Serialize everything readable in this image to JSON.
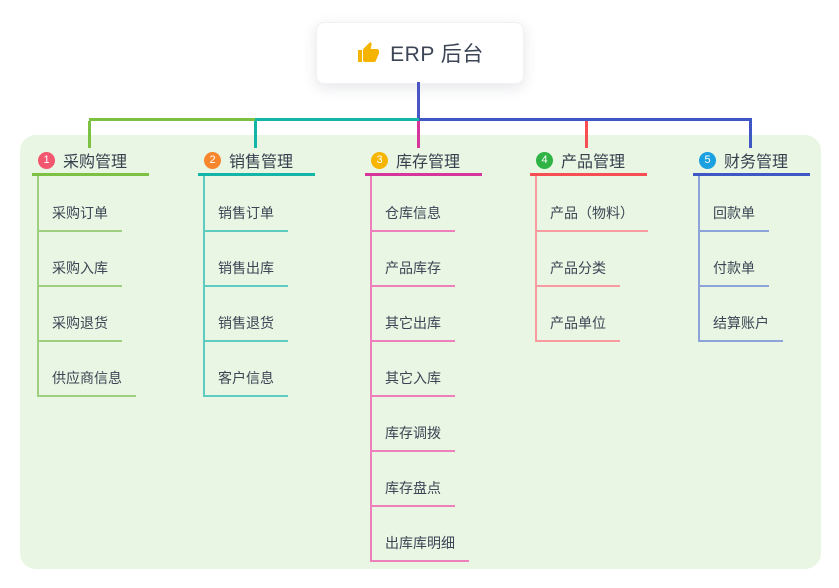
{
  "canvas": {
    "background": "#ffffff",
    "panel_bg": "#e8f6e3"
  },
  "root": {
    "title": "ERP 后台",
    "icon": "thumbs-up-icon",
    "icon_color": "#f4b400",
    "card_bg": "#ffffff",
    "text_color": "#3b4555",
    "connector_color": "#4a56c4"
  },
  "branches": [
    {
      "number": "1",
      "label": "采购管理",
      "badge_color": "#f3566f",
      "line_color": "#7cc141",
      "subline_color": "#9ecf7e",
      "items": [
        "采购订单",
        "采购入库",
        "采购退货",
        "供应商信息"
      ]
    },
    {
      "number": "2",
      "label": "销售管理",
      "badge_color": "#f8862d",
      "line_color": "#12b5a7",
      "subline_color": "#5fccc2",
      "items": [
        "销售订单",
        "销售出库",
        "销售退货",
        "客户信息"
      ]
    },
    {
      "number": "3",
      "label": "库存管理",
      "badge_color": "#f7b500",
      "line_color": "#d6359b",
      "subline_color": "#ee7fbb",
      "items": [
        "仓库信息",
        "产品库存",
        "其它出库",
        "其它入库",
        "库存调拨",
        "库存盘点",
        "出库库明细"
      ]
    },
    {
      "number": "4",
      "label": "产品管理",
      "badge_color": "#2fb344",
      "line_color": "#f64e53",
      "subline_color": "#f79ba1",
      "items": [
        "产品（物料）",
        "产品分类",
        "产品单位"
      ]
    },
    {
      "number": "5",
      "label": "财务管理",
      "badge_color": "#1ba0e1",
      "line_color": "#3f56c5",
      "subline_color": "#8da4da",
      "items": [
        "回款单",
        "付款单",
        "结算账户"
      ]
    }
  ]
}
